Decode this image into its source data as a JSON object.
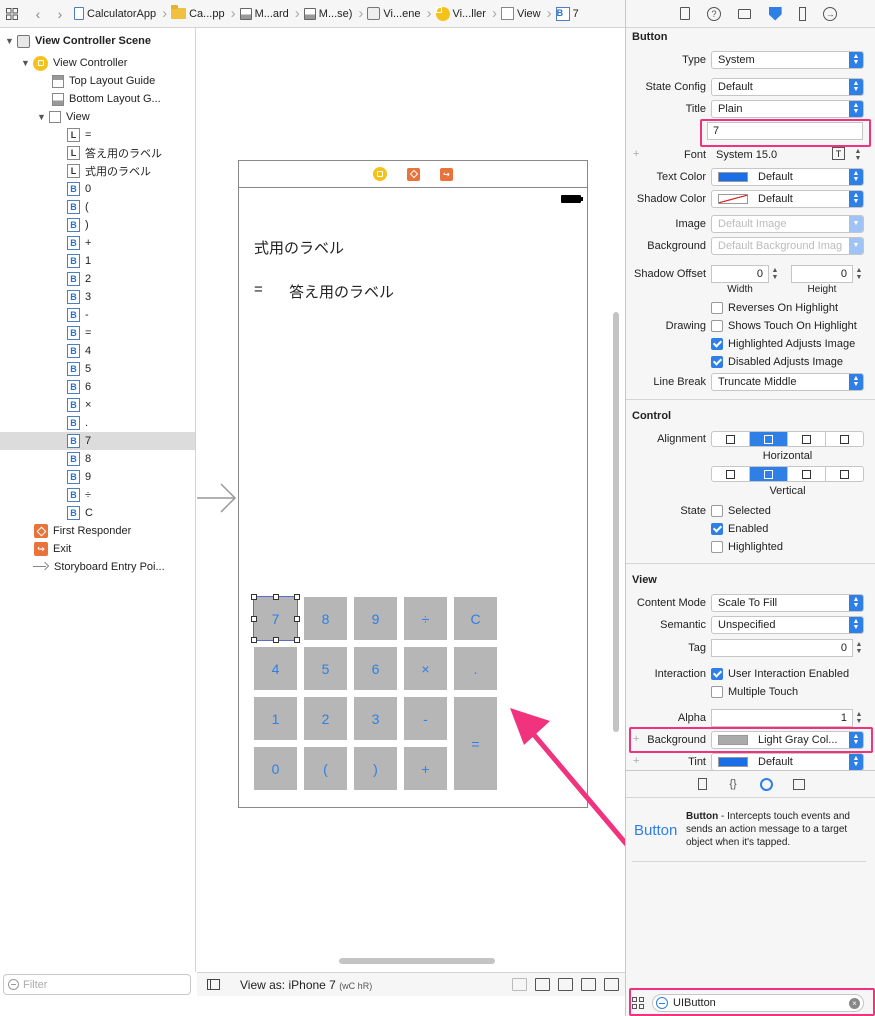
{
  "breadcrumb": {
    "items": [
      {
        "label": "CalculatorApp",
        "icon": "file-icon"
      },
      {
        "label": "Ca...pp",
        "icon": "folder-icon"
      },
      {
        "label": "M...ard",
        "icon": "storyboard-icon"
      },
      {
        "label": "M...se)",
        "icon": "storyboard-icon"
      },
      {
        "label": "Vi...ene",
        "icon": "scene-icon"
      },
      {
        "label": "Vi...ller",
        "icon": "view-controller-icon"
      },
      {
        "label": "View",
        "icon": "view-icon"
      },
      {
        "label": "7",
        "icon": "button-icon"
      }
    ]
  },
  "outline": {
    "scene": "View Controller Scene",
    "view_controller": "View Controller",
    "top_layout_guide": "Top Layout Guide",
    "bottom_layout_guide": "Bottom Layout G...",
    "view": "View",
    "labels": [
      "=",
      "答え用のラベル",
      "式用のラベル"
    ],
    "buttons": [
      "0",
      "(",
      ")",
      "+",
      "1",
      "2",
      "3",
      "-",
      "=",
      "4",
      "5",
      "6",
      "×",
      ".",
      "7",
      "8",
      "9",
      "÷",
      "C"
    ],
    "selected_button": "7",
    "first_responder": "First Responder",
    "exit": "Exit",
    "entry_point": "Storyboard Entry Poi...",
    "filter_placeholder": "Filter"
  },
  "canvas": {
    "formula_label": "式用のラベル",
    "equals_label": "=",
    "answer_label": "答え用のラベル",
    "keys": [
      {
        "label": "7",
        "selected": true
      },
      {
        "label": "8"
      },
      {
        "label": "9"
      },
      {
        "label": "÷"
      },
      {
        "label": "C"
      },
      {
        "label": "4"
      },
      {
        "label": "5"
      },
      {
        "label": "6"
      },
      {
        "label": "×"
      },
      {
        "label": "."
      },
      {
        "label": "1"
      },
      {
        "label": "2"
      },
      {
        "label": "3"
      },
      {
        "label": "-"
      },
      {
        "label": "="
      },
      {
        "label": "0"
      },
      {
        "label": "("
      },
      {
        "label": ")"
      },
      {
        "label": "+"
      }
    ],
    "view_as": "View as: iPhone 7",
    "size_class": "(wC hR)"
  },
  "inspector": {
    "button_section": "Button",
    "type_label": "Type",
    "type_value": "System",
    "state_config_label": "State Config",
    "state_config_value": "Default",
    "title_label": "Title",
    "title_value": "Plain",
    "title_text": "7",
    "font_label": "Font",
    "font_value": "System 15.0",
    "text_color_label": "Text Color",
    "text_color_value": "Default",
    "shadow_color_label": "Shadow Color",
    "shadow_color_value": "Default",
    "image_label": "Image",
    "image_placeholder": "Default Image",
    "background_label": "Background",
    "background_placeholder": "Default Background Imag",
    "shadow_offset_label": "Shadow Offset",
    "width_value": "0",
    "width_label": "Width",
    "height_value": "0",
    "height_label": "Height",
    "drawing_label": "Drawing",
    "checks_button": [
      {
        "label": "Reverses On Highlight",
        "checked": false
      },
      {
        "label": "Shows Touch On Highlight",
        "checked": false
      },
      {
        "label": "Highlighted Adjusts Image",
        "checked": true
      },
      {
        "label": "Disabled Adjusts Image",
        "checked": true
      }
    ],
    "line_break_label": "Line Break",
    "line_break_value": "Truncate Middle",
    "control_section": "Control",
    "alignment_label": "Alignment",
    "horizontal_label": "Horizontal",
    "vertical_label": "Vertical",
    "state_label": "State",
    "checks_state": [
      {
        "label": "Selected",
        "checked": false
      },
      {
        "label": "Enabled",
        "checked": true
      },
      {
        "label": "Highlighted",
        "checked": false
      }
    ],
    "view_section": "View",
    "content_mode_label": "Content Mode",
    "content_mode_value": "Scale To Fill",
    "semantic_label": "Semantic",
    "semantic_value": "Unspecified",
    "tag_label": "Tag",
    "tag_value": "0",
    "interaction_label": "Interaction",
    "checks_interaction": [
      {
        "label": "User Interaction Enabled",
        "checked": true
      },
      {
        "label": "Multiple Touch",
        "checked": false
      }
    ],
    "alpha_label": "Alpha",
    "alpha_value": "1",
    "view_background_label": "Background",
    "view_background_value": "Light Gray Col...",
    "tint_label": "Tint",
    "tint_value": "Default",
    "colors": {
      "text_color": "#1a6fe8",
      "light_gray": "#aaaaaa",
      "tint": "#1a6fe8",
      "accent": "#2e7fe6",
      "highlight": "#f0337c"
    }
  },
  "library": {
    "item_name": "Button",
    "item_title": "Button",
    "item_desc": " - Intercepts touch events and sends an action message to a target object when it's tapped.",
    "search_value": "UIButton"
  }
}
